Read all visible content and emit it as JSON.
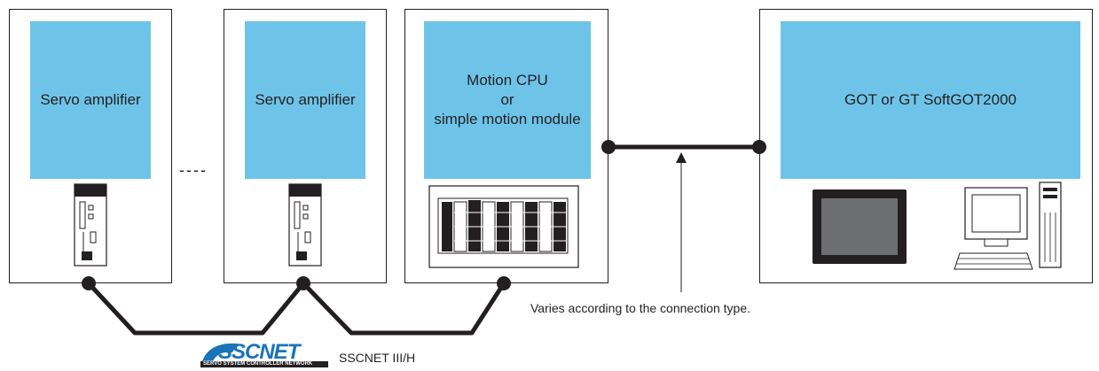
{
  "devices": {
    "servo1": {
      "label": "Servo amplifier"
    },
    "servo2": {
      "label": "Servo amplifier"
    },
    "motion": {
      "line1": "Motion CPU",
      "line2": "or",
      "line3": "simple motion module"
    },
    "got": {
      "label": "GOT or GT SoftGOT2000"
    }
  },
  "ellipsis": "----",
  "annotation": "Varies according to the connection type.",
  "network": {
    "logo_text": "SSCNET",
    "logo_subtext": "SERVO SYSTEM CONTROLLER NETWORK",
    "label": "SSCNET III/H"
  },
  "colors": {
    "device_fill": "#6ec4e8",
    "line": "#231f20",
    "logo_blue": "#1a74b8"
  }
}
